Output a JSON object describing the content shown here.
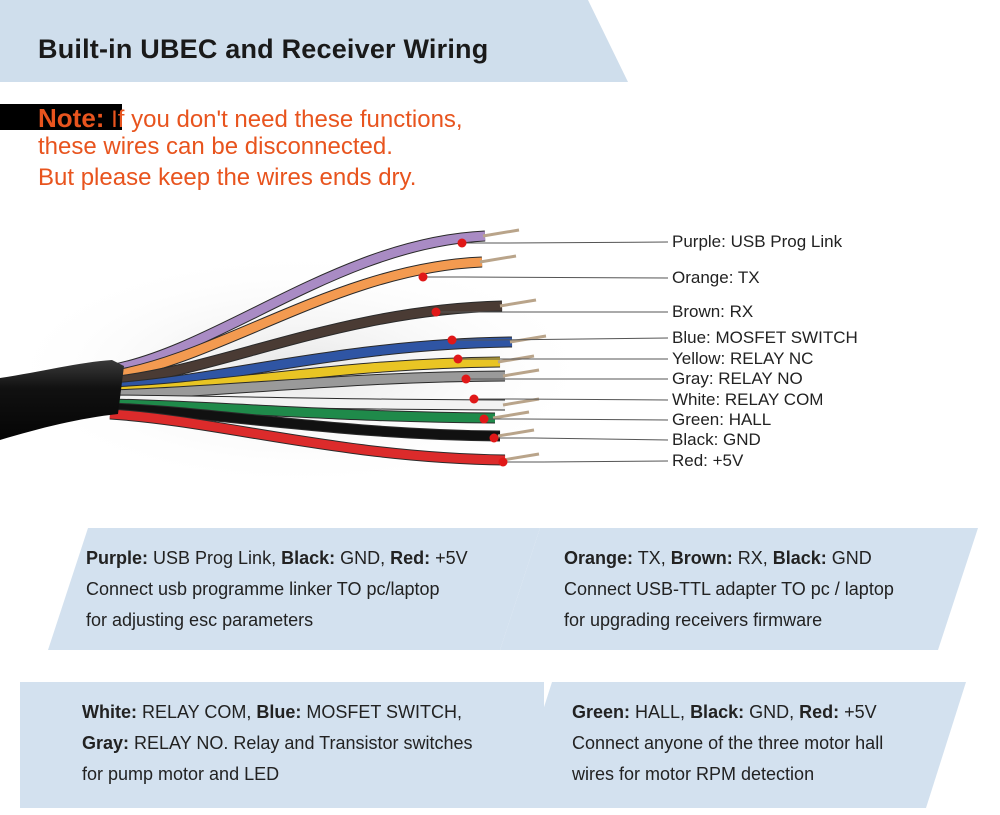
{
  "title": "Built-in UBEC and Receiver Wiring",
  "note": {
    "label": "Note:",
    "line1": " If you don't need these functions,",
    "line2": "these wires can be disconnected.",
    "line3": "But please keep the wires ends dry."
  },
  "wires": [
    {
      "label": "Purple: USB Prog Link",
      "color": "#a98bc4"
    },
    {
      "label": "Orange: TX",
      "color": "#f39a50"
    },
    {
      "label": "Brown: RX",
      "color": "#4a3b34"
    },
    {
      "label": "Blue: MOSFET SWITCH",
      "color": "#2f55a4"
    },
    {
      "label": "Yellow: RELAY NC",
      "color": "#e9c524"
    },
    {
      "label": "Gray: RELAY NO",
      "color": "#9a9a9a"
    },
    {
      "label": "White: RELAY COM",
      "color": "#f2f2f2"
    },
    {
      "label": "Green: HALL",
      "color": "#1f8a4a"
    },
    {
      "label": "Black: GND",
      "color": "#111111"
    },
    {
      "label": "Red: +5V",
      "color": "#dc2b2b"
    }
  ],
  "panels": [
    {
      "line1": [
        {
          "b": "Purple:",
          "t": " USB Prog Link, "
        },
        {
          "b": "Black:",
          "t": " GND, "
        },
        {
          "b": "Red:",
          "t": " +5V"
        }
      ],
      "line2": "Connect usb programme linker TO pc/laptop",
      "line3": "for adjusting esc parameters"
    },
    {
      "line1": [
        {
          "b": "Orange:",
          "t": " TX, "
        },
        {
          "b": "Brown:",
          "t": " RX, "
        },
        {
          "b": "Black:",
          "t": " GND"
        }
      ],
      "line2": "Connect USB-TTL adapter TO pc / laptop",
      "line3": "for upgrading receivers firmware"
    },
    {
      "line1": [
        {
          "b": "White:",
          "t": " RELAY COM, "
        },
        {
          "b": "Blue:",
          "t": " MOSFET SWITCH,"
        }
      ],
      "line2": [
        {
          "b": "Gray:",
          "t": " RELAY NO. Relay and Transistor switches"
        }
      ],
      "line3": "for pump motor and LED"
    },
    {
      "line1": [
        {
          "b": "Green:",
          "t": " HALL, "
        },
        {
          "b": "Black:",
          "t": " GND, "
        },
        {
          "b": "Red:",
          "t": " +5V"
        }
      ],
      "line2": "Connect anyone of the three motor hall",
      "line3": "wires for motor RPM detection"
    }
  ],
  "colors": {
    "banner": "#cfdeec",
    "panel": "#d3e1ef",
    "note_text": "#e8541e",
    "marker": "#e01818"
  }
}
